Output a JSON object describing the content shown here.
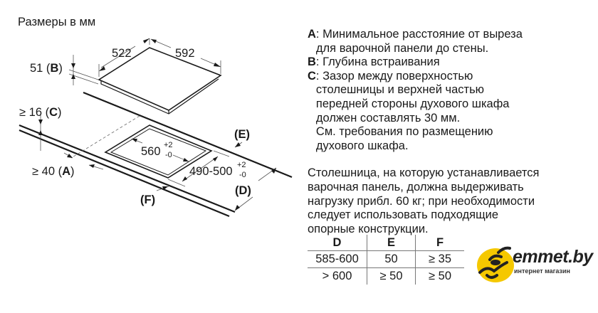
{
  "title": "Размеры в мм",
  "diagram": {
    "cooktop_depth": "522",
    "cooktop_width": "592",
    "height_b": "51 (",
    "height_b_letter": "B",
    "gap_c": "≥ 16 (",
    "gap_c_letter": "C",
    "gap_a": "≥ 40 (",
    "gap_a_letter": "A",
    "cutout_width": "560",
    "cutout_depth": "490-500",
    "tol_plus": "+2",
    "tol_minus": "-0",
    "label_e": "(E)",
    "label_d": "(D)",
    "label_f": "(F)",
    "paren_close": ")"
  },
  "notes": [
    {
      "letter": "A",
      "text": ": Минимальное расстояние от выреза",
      "cont": [
        "для варочной панели до стены."
      ]
    },
    {
      "letter": "B",
      "text": ": Глубина встраивания",
      "cont": []
    },
    {
      "letter": "C",
      "text": ": Зазор между поверхностью",
      "cont": [
        "столешницы и верхней частью",
        "передней стороны духового шкафа",
        "должен составлять 30 мм.",
        "См. требования по размещению",
        "духового шкафа."
      ]
    }
  ],
  "paragraph": [
    "Столешница, на которую устанавливается",
    "варочная панель, должна выдерживать",
    "нагрузку прибл. 60 кг; при необходимости",
    "следует использовать подходящие",
    "опорные конструкции."
  ],
  "table": {
    "headers": [
      "D",
      "E",
      "F"
    ],
    "rows": [
      [
        "585-600",
        "50",
        "≥ 35"
      ],
      [
        "> 600",
        "≥ 50",
        "≥ 50"
      ]
    ]
  },
  "logo": {
    "name": "emmet.by",
    "subtitle": "интернет магазин",
    "color": "#f5c800"
  }
}
